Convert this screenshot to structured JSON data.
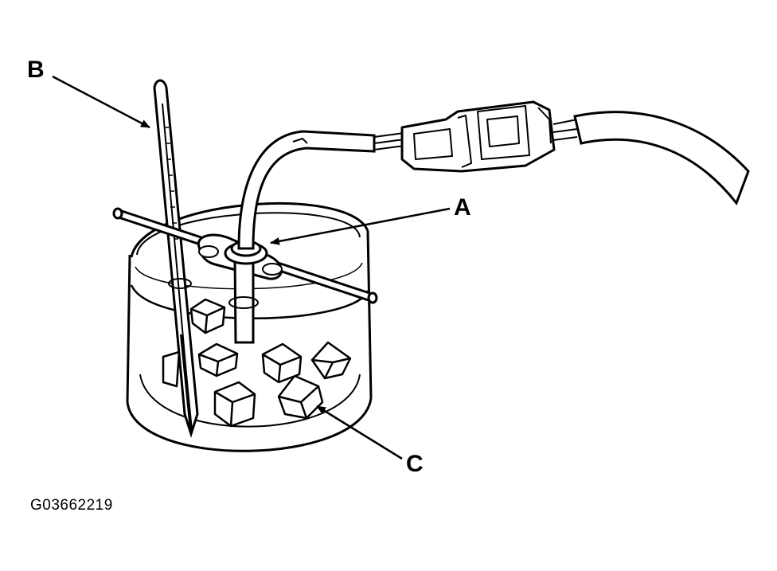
{
  "callouts": {
    "a": "A",
    "b": "B",
    "c": "C"
  },
  "figure_id": "G03662219",
  "colors": {
    "line": "#000000",
    "background": "#ffffff"
  },
  "parts": {
    "a": "sensor",
    "b": "thermometer",
    "c": "ice-cubes"
  }
}
